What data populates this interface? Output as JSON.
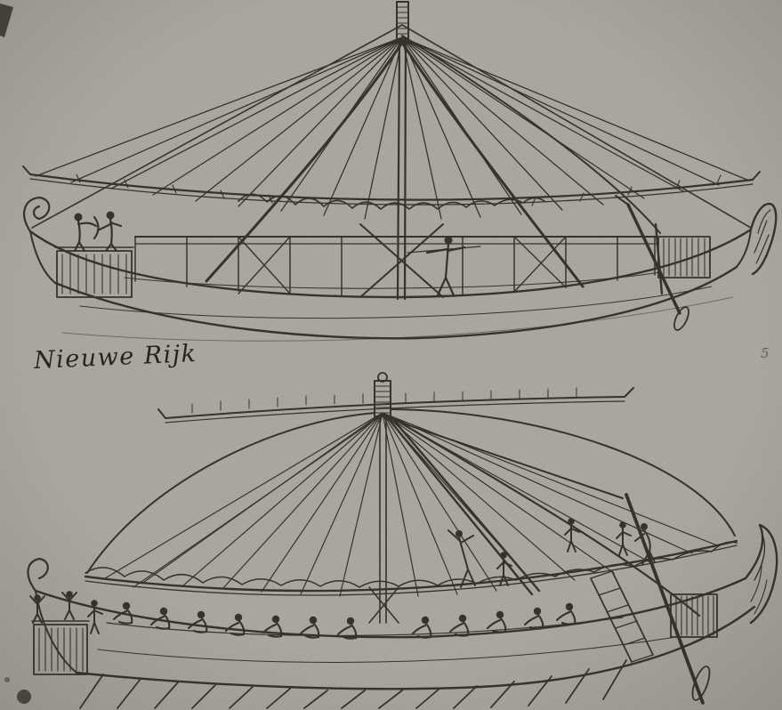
{
  "colors": {
    "paper": "#b3b1ab",
    "ink": "#2e2c26"
  },
  "caption": {
    "text": "Nieuwe Rijk"
  },
  "margin_note": {
    "text": "5"
  },
  "illustration": {
    "alt_top": "line drawing of an ancient Egyptian ship with mast, rigging fan and furled sail",
    "alt_bottom": "line drawing of an ancient Egyptian ship with spread sail, rowers and oars"
  }
}
